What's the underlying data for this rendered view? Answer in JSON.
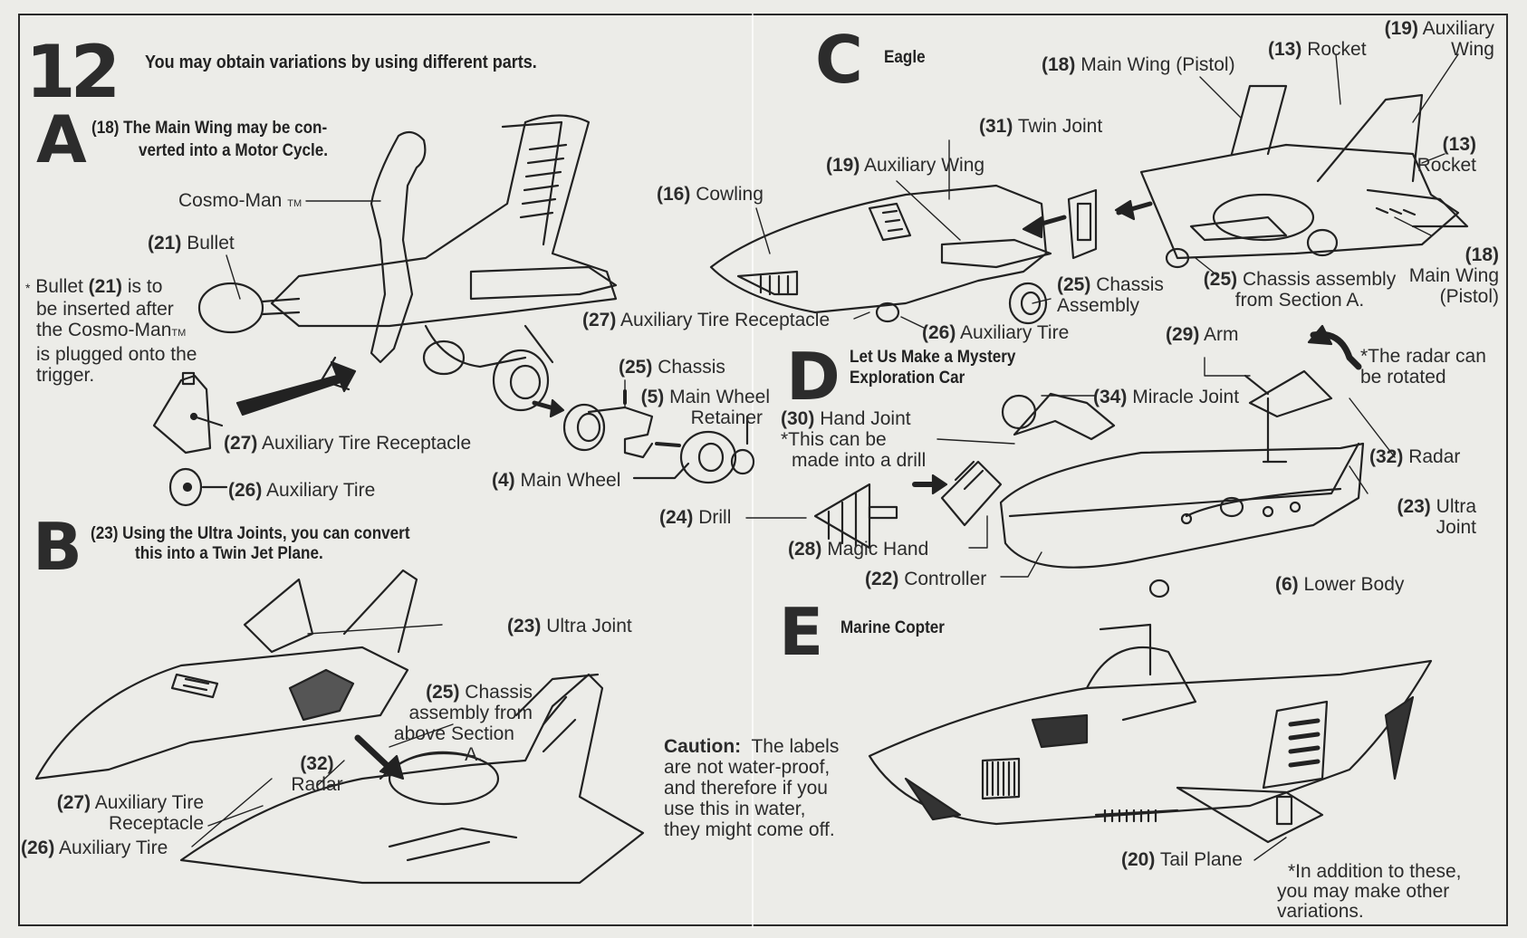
{
  "page": {
    "step_number": "12",
    "intro": "You may obtain variations by using different parts."
  },
  "sections": {
    "A": {
      "letter": "A",
      "heading_line1": "(18) The Main Wing may be con-",
      "heading_line2": "verted into a Motor Cycle.",
      "labels": {
        "cosmo_man": "Cosmo-Man",
        "cosmo_man_tm": "TM",
        "bullet_num": "(21)",
        "bullet": "Bullet",
        "note_line1_pre": "Bullet",
        "note_line1_num": "(21)",
        "note_line1_post": "is to",
        "note_line2": "be inserted after",
        "note_line3": "the Cosmo-Man",
        "note_line3_tm": "TM",
        "note_line4": "is plugged onto the",
        "note_line5": "trigger.",
        "receptacle_num": "(27)",
        "receptacle": "Auxiliary Tire Receptacle",
        "aux_tire_num": "(26)",
        "aux_tire": "Auxiliary Tire",
        "chassis_num": "(25)",
        "chassis": "Chassis",
        "retainer_num": "(5)",
        "retainer_line1": "Main Wheel",
        "retainer_line2": "Retainer",
        "main_wheel_num": "(4)",
        "main_wheel": "Main Wheel"
      }
    },
    "B": {
      "letter": "B",
      "heading_line1": "(23) Using the Ultra Joints, you can convert",
      "heading_line2": "this into a Twin Jet Plane.",
      "labels": {
        "ultra_joint_num": "(23)",
        "ultra_joint": "Ultra Joint",
        "chassis_num": "(25)",
        "chassis_line1": "Chassis",
        "chassis_line2": "assembly from",
        "chassis_line3": "above Section",
        "chassis_line4": "A.",
        "radar_num": "(32)",
        "radar": "Radar",
        "receptacle_num": "(27)",
        "receptacle_line1": "Auxiliary Tire",
        "receptacle_line2": "Receptacle",
        "aux_tire_num": "(26)",
        "aux_tire": "Auxiliary Tire"
      }
    },
    "C": {
      "letter": "C",
      "heading": "Eagle",
      "labels": {
        "main_wing_num": "(18)",
        "main_wing": "Main Wing (Pistol)",
        "rocket_top_num": "(13)",
        "rocket_top": "Rocket",
        "aux_wing_right_num": "(19)",
        "aux_wing_right_line1": "Auxiliary",
        "aux_wing_right_line2": "Wing",
        "rocket_right_num": "(13)",
        "rocket_right": "Rocket",
        "twin_joint_num": "(31)",
        "twin_joint": "Twin Joint",
        "aux_wing_num": "(19)",
        "aux_wing": "Auxiliary Wing",
        "cowling_num": "(16)",
        "cowling": "Cowling",
        "chassis_asm_num": "(25)",
        "chassis_asm_line1": "Chassis",
        "chassis_asm_line2": "Assembly",
        "chassis_from_num": "(25)",
        "chassis_from_line1": "Chassis assembly",
        "chassis_from_line2": "from Section A.",
        "main_wing_right_num": "(18)",
        "main_wing_right_line1": "Main Wing",
        "main_wing_right_line2": "(Pistol)",
        "receptacle_num": "(27)",
        "receptacle": "Auxiliary Tire Receptacle",
        "aux_tire_num": "(26)",
        "aux_tire": "Auxiliary Tire"
      }
    },
    "D": {
      "letter": "D",
      "heading_line1": "Let Us Make a Mystery",
      "heading_line2": "Exploration Car",
      "labels": {
        "arm_num": "(29)",
        "arm": "Arm",
        "radar_note_line1": "*The radar can",
        "radar_note_line2": "be rotated",
        "miracle_num": "(34)",
        "miracle": "Miracle Joint",
        "hand_joint_num": "(30)",
        "hand_joint": "Hand Joint",
        "drill_note_line1": "*This can be",
        "drill_note_line2": "made into a drill",
        "radar_num": "(32)",
        "radar": "Radar",
        "ultra_num": "(23)",
        "ultra_line1": "Ultra",
        "ultra_line2": "Joint",
        "drill_num": "(24)",
        "drill": "Drill",
        "magic_num": "(28)",
        "magic": "Magic Hand",
        "controller_num": "(22)",
        "controller": "Controller",
        "lower_num": "(6)",
        "lower": "Lower Body"
      }
    },
    "E": {
      "letter": "E",
      "heading": "Marine Copter",
      "labels": {
        "tail_num": "(20)",
        "tail": "Tail Plane"
      }
    },
    "caution": {
      "title": "Caution:",
      "line1": "The labels",
      "line2": "are not water-proof,",
      "line3": "and therefore if you",
      "line4": "use this in water,",
      "line5": "they might come off."
    },
    "footer_note": {
      "line1": "*In addition to these,",
      "line2": "you may make other",
      "line3": "variations."
    }
  }
}
